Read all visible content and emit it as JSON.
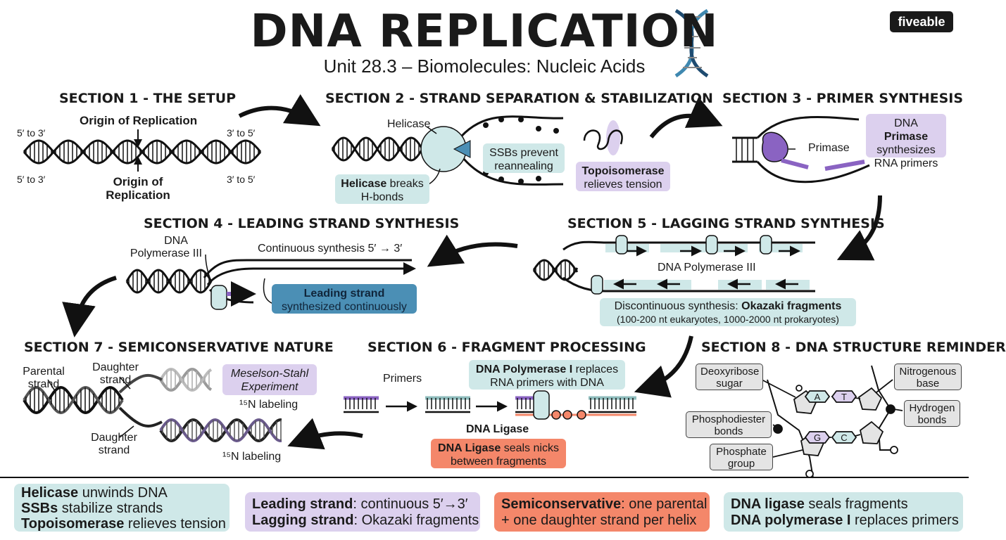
{
  "header": {
    "title": "DNA REPLICATION",
    "subtitle": "Unit 28.3 – Biomolecules: Nucleic Acids",
    "logo": "fiveable"
  },
  "section1": {
    "heading": "SECTION 1 - THE SETUP",
    "origin_top": "Origin of Replication",
    "origin_bottom_1": "Origin of",
    "origin_bottom_2": "Replication",
    "tl": "5′ to 3′",
    "tr": "3′ to 5′",
    "bl": "5′ to 3′",
    "br": "3′ to 5′"
  },
  "section2": {
    "heading": "SECTION 2 - STRAND SEPARATION & STABILIZATION",
    "helicase": "Helicase",
    "helicase_box_bold": "Helicase",
    "helicase_box_rest": " breaks",
    "helicase_box_line2": "H-bonds",
    "ssb_1": "SSBs prevent",
    "ssb_2": "reannealing",
    "topo_bold": "Topoisomerase",
    "topo_2": "relieves tension"
  },
  "section3": {
    "heading": "SECTION 3 - PRIMER SYNTHESIS",
    "primase": "Primase",
    "box_1a": "DNA ",
    "box_1b": "Primase",
    "box_2": "synthesizes",
    "box_3": "RNA primers"
  },
  "section4": {
    "heading": "SECTION 4 - LEADING STRAND SYNTHESIS",
    "pol_1": "DNA",
    "pol_2": "Polymerase III",
    "continuous": "Continuous synthesis 5′ → 3′",
    "box_bold": "Leading strand",
    "box_2": "synthesized continuously"
  },
  "section5": {
    "heading": "SECTION 5 - LAGGING STRAND SYNTHESIS",
    "pol": "DNA Polymerase III",
    "box_1a": "Discontinuous synthesis: ",
    "box_1b": "Okazaki fragments",
    "box_2": "(100-200 nt eukaryotes, 1000-2000 nt prokaryotes)"
  },
  "section6": {
    "heading": "SECTION 6 - FRAGMENT PROCESSING",
    "primers": "Primers",
    "pol1_bold": "DNA Polymerase I",
    "pol1_rest": " replaces",
    "pol1_2": "RNA primers with DNA",
    "ligase": "DNA Ligase",
    "ligase_bold": "DNA Ligase",
    "ligase_rest": " seals nicks",
    "ligase_2": "between fragments"
  },
  "section7": {
    "heading": "SECTION 7 - SEMICONSERVATIVE NATURE",
    "parental_1": "Parental",
    "parental_2": "strand",
    "daughter_top_1": "Daughter",
    "daughter_top_2": "strand",
    "daughter_bot_1": "Daughter",
    "daughter_bot_2": "strand",
    "ms_1": "Meselson-Stahl",
    "ms_2": "Experiment",
    "n15_top": "¹⁵N labeling",
    "n15_bot": "¹⁵N labeling"
  },
  "section8": {
    "heading": "SECTION 8 - DNA STRUCTURE REMINDER",
    "deoxy_1": "Deoxyribose",
    "deoxy_2": "sugar",
    "nitro_1": "Nitrogenous",
    "nitro_2": "base",
    "phosdi_1": "Phosphodiester",
    "phosdi_2": "bonds",
    "hydro_1": "Hydrogen",
    "hydro_2": "bonds",
    "phosph_1": "Phosphate",
    "phosph_2": "group",
    "base_a": "A",
    "base_t": "T",
    "base_g": "G",
    "base_c": "C"
  },
  "footer": [
    {
      "l1b": "Helicase",
      "l1": " unwinds DNA",
      "l2b": "SSBs",
      "l2": " stabilize strands",
      "l3b": "Topoisomerase",
      "l3": " relieves tension"
    },
    {
      "l1b": "Leading strand",
      "l1": ": continuous 5′→3′",
      "l2b": "Lagging strand",
      "l2": ": Okazaki fragments"
    },
    {
      "l1b": "Semiconservative",
      "l1": ": one parental",
      "l2b": "",
      "l2": "+ one daughter strand per helix"
    },
    {
      "l1b": "DNA ligase",
      "l1": " seals fragments",
      "l2b": "DNA polymerase I",
      "l2": " replaces primers"
    }
  ],
  "colors": {
    "teal": "#cfe8e8",
    "purple": "#dcd0ee",
    "orange": "#f4876a",
    "blue": "#4b8fb5",
    "primer_purple": "#8a63c2"
  }
}
